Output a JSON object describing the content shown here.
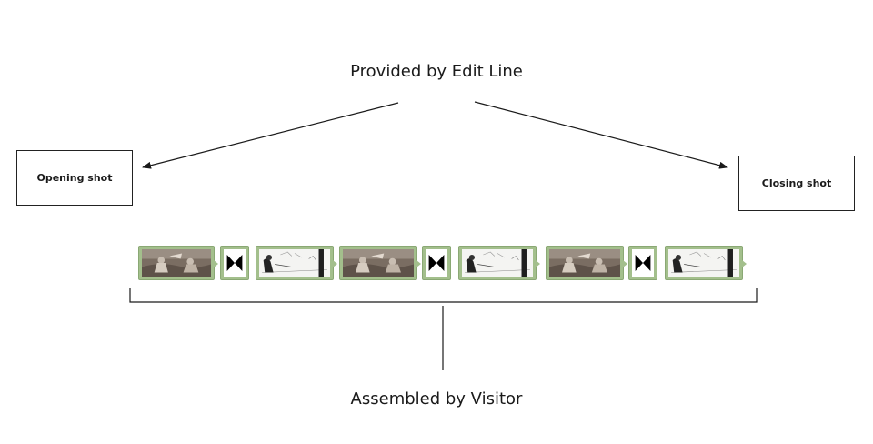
{
  "diagram": {
    "top_label": "Provided by Edit Line",
    "bottom_label": "Assembled by Visitor",
    "opening_shot": "Opening shot",
    "closing_shot": "Closing shot"
  },
  "sequence": [
    {
      "kind": "clip",
      "icon": "sepia-scene-icon"
    },
    {
      "kind": "transition",
      "icon": "bowtie-transition-icon"
    },
    {
      "kind": "clip",
      "icon": "sketch-scene-icon"
    },
    {
      "kind": "clip",
      "icon": "sepia-scene-icon"
    },
    {
      "kind": "transition",
      "icon": "bowtie-transition-icon"
    },
    {
      "kind": "clip",
      "icon": "sketch-scene-icon"
    },
    {
      "kind": "clip",
      "icon": "sepia-scene-icon"
    },
    {
      "kind": "transition",
      "icon": "bowtie-transition-icon"
    },
    {
      "kind": "clip",
      "icon": "sketch-scene-icon"
    }
  ],
  "colors": {
    "clip_frame": "#a3bf8c",
    "sepia": "#7a6d62",
    "lines": "#1a1a1a"
  }
}
